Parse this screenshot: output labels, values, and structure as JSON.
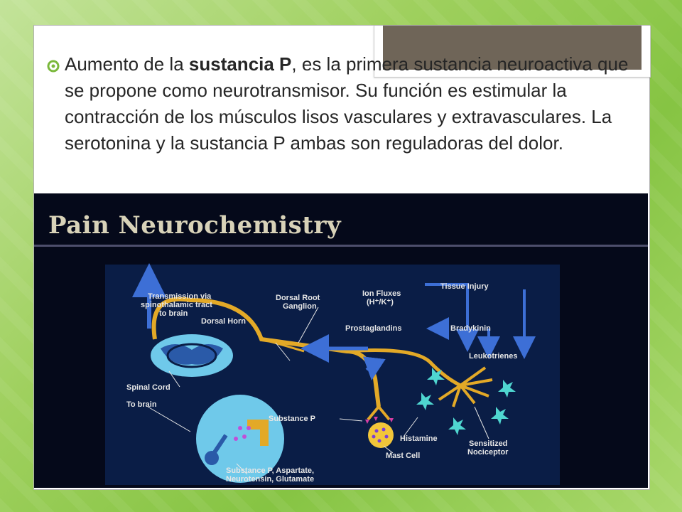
{
  "bullet": {
    "prefix": "Aumento de la ",
    "bold": "sustancia P",
    "suffix": ", es la primera sustancia neuroactiva que se propone como neurotransmisor. Su función es estimular la contracción de los músculos lisos vasculares y extravasculares. La serotonina y la sustancia P ambas son reguladoras del dolor."
  },
  "figure": {
    "title": "Pain Neurochemistry",
    "labels": {
      "transmission": [
        "Transmission via",
        "spinothalamic tract",
        "to brain"
      ],
      "dorsal_root": [
        "Dorsal Root",
        "Ganglion"
      ],
      "dorsal_horn": "Dorsal Horn",
      "ion_fluxes": [
        "Ion Fluxes",
        "(H⁺/K⁺)"
      ],
      "tissue_injury": "Tissue Injury",
      "prostaglandins": "Prostaglandins",
      "bradykinin": "Bradykinin",
      "leukotrienes": "Leukotrienes",
      "spinal_cord": "Spinal Cord",
      "to_brain": "To brain",
      "substance_p": "Substance P",
      "histamine": "Histamine",
      "mast_cell": "Mast Cell",
      "sensitized": [
        "Sensitized",
        "Nociceptor"
      ],
      "neurotransmitters": [
        "Substance P, Aspartate,",
        "Neurotensin, Glutamate"
      ]
    },
    "colors": {
      "background": "#05091a",
      "nerve": "#e3a927",
      "arrow": "#3d6fd6",
      "spark": "#4fd6d0",
      "spinal_cord": "#6fc9ea",
      "mast_cell": "#f2c63a"
    }
  }
}
